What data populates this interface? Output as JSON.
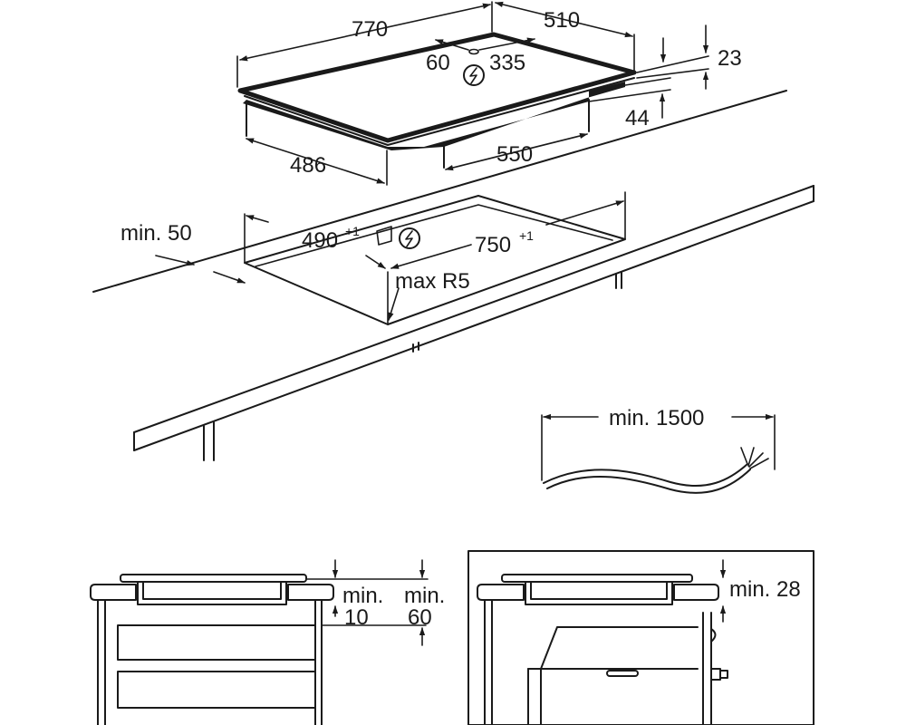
{
  "hob": {
    "width": "770",
    "depth": "510",
    "cable_offset": "60",
    "cable_position": "335",
    "thickness": "23",
    "height": "44",
    "body_width": "550",
    "body_depth": "486"
  },
  "cutout": {
    "distance_to_edge": "min. 50",
    "depth": "490",
    "depth_tolerance": "+1",
    "width": "750",
    "width_tolerance": "+1",
    "corner_radius": "max R5"
  },
  "cable": {
    "length": "min. 1500"
  },
  "section_drawer": {
    "gap_label": "min.",
    "gap_value": "10",
    "clearance_label": "min.",
    "clearance_value": "60"
  },
  "section_oven": {
    "clearance": "min. 28"
  },
  "icons": {
    "power": "power-connection-icon"
  }
}
